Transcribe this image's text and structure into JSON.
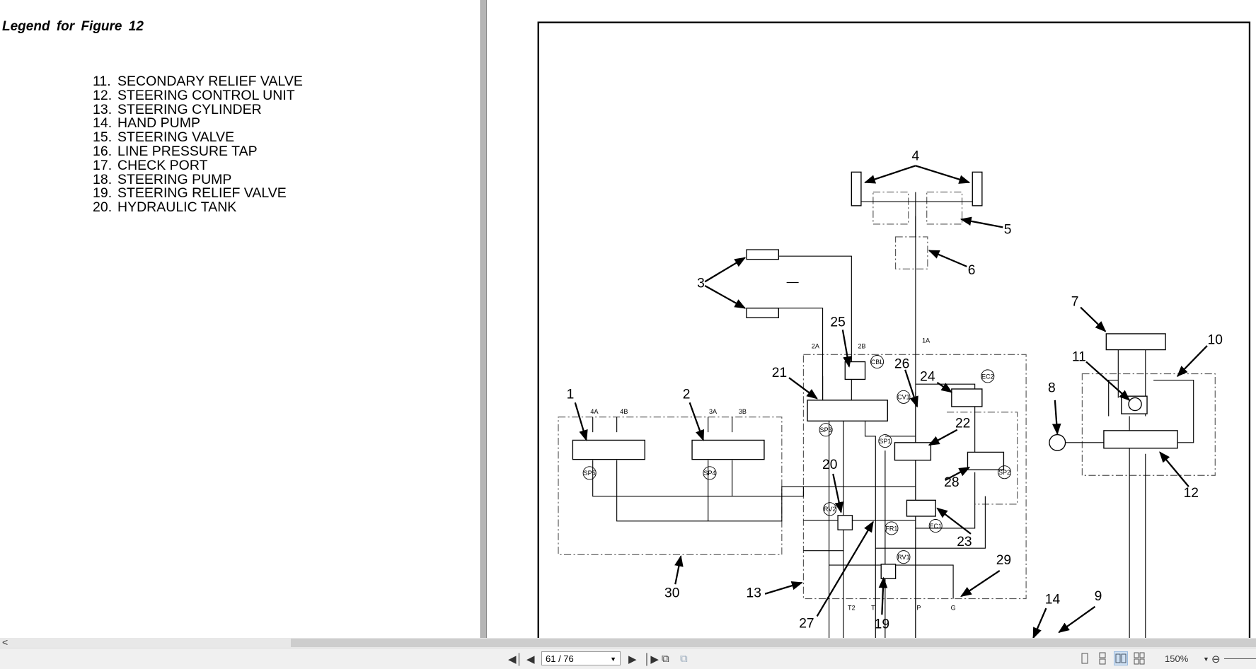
{
  "legend": {
    "title": "Legend for Figure 12",
    "items": [
      {
        "num": "11.",
        "label": "SECONDARY RELIEF VALVE"
      },
      {
        "num": "12.",
        "label": "STEERING CONTROL UNIT"
      },
      {
        "num": "13.",
        "label": "STEERING CYLINDER"
      },
      {
        "num": "14.",
        "label": "HAND PUMP"
      },
      {
        "num": "15.",
        "label": "STEERING VALVE"
      },
      {
        "num": "16.",
        "label": "LINE PRESSURE TAP"
      },
      {
        "num": "17.",
        "label": "CHECK PORT"
      },
      {
        "num": "18.",
        "label": "STEERING PUMP"
      },
      {
        "num": "19.",
        "label": "STEERING RELIEF VALVE"
      },
      {
        "num": "20.",
        "label": "HYDRAULIC TANK"
      }
    ]
  },
  "diagram": {
    "callouts": [
      "1",
      "2",
      "3",
      "4",
      "5",
      "6",
      "7",
      "8",
      "9",
      "10",
      "11",
      "12",
      "13",
      "14",
      "19",
      "20",
      "21",
      "22",
      "23",
      "24",
      "25",
      "26",
      "27",
      "28",
      "29",
      "30"
    ],
    "tags": [
      "4A",
      "4B",
      "3A",
      "3B",
      "2A",
      "2B",
      "1A",
      "SP5",
      "SP4",
      "SP3",
      "CBL",
      "CV1",
      "EC2",
      "SP1",
      "SP2",
      "RV2",
      "FR1",
      "EC1",
      "RV1",
      "T2",
      "T",
      "P",
      "G"
    ]
  },
  "toolbar": {
    "page_value": "61 / 76",
    "zoom": "150%",
    "scroll_left": "<"
  },
  "icons": [
    "first-page-icon",
    "prev-page-icon",
    "next-page-icon",
    "last-page-icon",
    "rotate-icon",
    "extract-icon",
    "single-page-icon",
    "continuous-icon",
    "two-page-icon",
    "two-page-continuous-icon",
    "zoom-out-icon"
  ]
}
